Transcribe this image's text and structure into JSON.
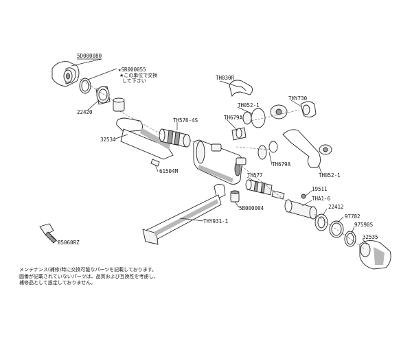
{
  "parts": {
    "p5d000080": "5D000080",
    "pSR000055": "★SR000055",
    "pSR_note1": "★この単位で交換",
    "pSR_note2": "して下さい",
    "p22420": "22420",
    "pTH030R": "TH030R",
    "pTH052_1a": "TH052-1",
    "pTHY730": "THY730",
    "pTH679Aa": "TH679A",
    "pTH576_4S": "TH576-4S",
    "p32534": "32534",
    "pTH679Ab": "TH679A",
    "pTH052_1b": "TH052-1",
    "p61504M": "61504M",
    "pTH577": "TH577",
    "p19511": "19511",
    "pTHA1_6": "THA1-6",
    "p5B000004": "5B000004",
    "p22412": "22412",
    "p97782": "97782",
    "pTHY931_1": "THY931-1",
    "p97590S": "97590S",
    "p32535": "32535",
    "p85060RZ": "85060RZ"
  },
  "note": {
    "line1": "メンテナンス(補修)時に交換可能なパーツを記載しております。",
    "line2": "図番が記載されていないパーツは、品質および互換性を考慮し、",
    "line3": "補修品として設定しておりません。"
  }
}
